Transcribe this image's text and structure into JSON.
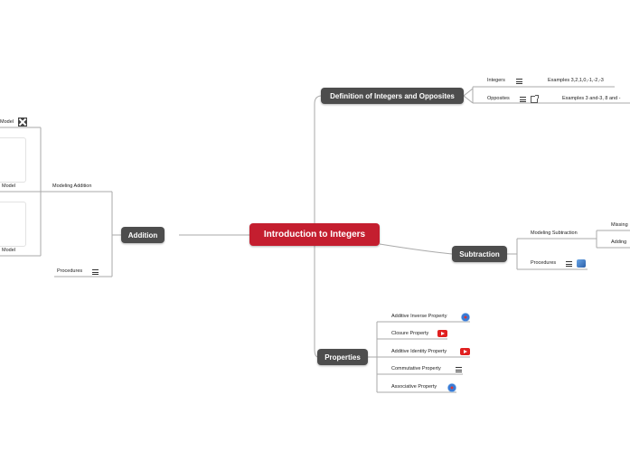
{
  "root": {
    "label": "Introduction to Integers"
  },
  "branches": {
    "definition": {
      "label": "Definition of Integers and Opposites",
      "integers": {
        "label": "Integers",
        "note": "Examples 3,2,1,0,-1,-2,-3"
      },
      "opposites": {
        "label": "Opposites",
        "note": "Examples 3 and-3, 8 and -"
      }
    },
    "subtraction": {
      "label": "Subtraction",
      "modeling": {
        "label": "Modeling Subtraction",
        "children": [
          "Missing",
          "Adding"
        ]
      },
      "procedures": {
        "label": "Procedures"
      }
    },
    "properties": {
      "label": "Properties",
      "items": [
        {
          "label": "Additive Inverse Property",
          "icon": "safari-icon"
        },
        {
          "label": "Closure Property",
          "icon": "youtube-icon"
        },
        {
          "label": "Additive Identity Property",
          "icon": "youtube-icon"
        },
        {
          "label": "Commutative Property",
          "icon": "note-icon"
        },
        {
          "label": "Associative Property",
          "icon": "safari-icon"
        }
      ]
    },
    "addition": {
      "label": "Addition",
      "modeling": {
        "label": "Modeling Addition",
        "children": [
          "Model",
          "Model",
          "Model"
        ]
      },
      "procedures": {
        "label": "Procedures"
      }
    }
  },
  "colors": {
    "root": "#c41e2f",
    "main": "#4d4d4d",
    "line": "#aaaaaa"
  }
}
